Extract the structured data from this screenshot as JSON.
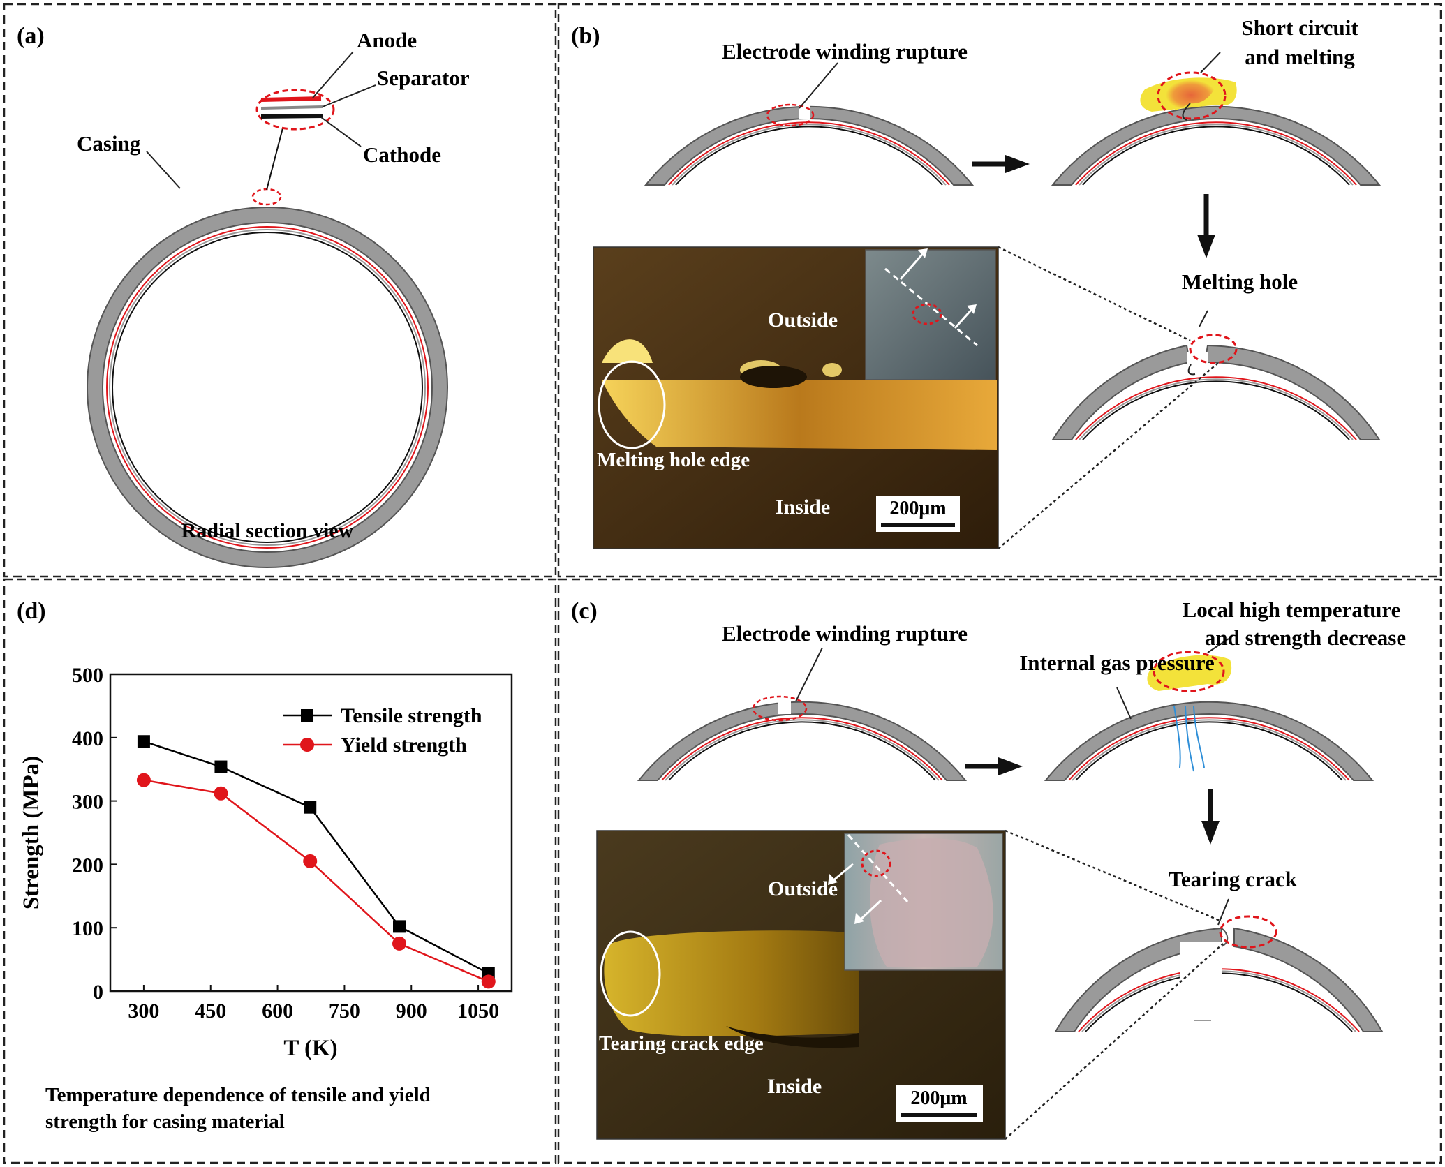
{
  "panels": {
    "a": {
      "tag": "(a)",
      "anode": "Anode",
      "separator": "Separator",
      "cathode": "Cathode",
      "casing": "Casing",
      "caption": "Radial section view"
    },
    "b": {
      "tag": "(b)",
      "rupture": "Electrode winding rupture",
      "short_line1": "Short circuit",
      "short_line2": "and melting",
      "melting_hole": "Melting hole",
      "outside": "Outside",
      "inside": "Inside",
      "edge": "Melting hole edge",
      "scale": "200μm"
    },
    "c": {
      "tag": "(c)",
      "rupture": "Electrode winding rupture",
      "local_line1": "Local high temperature",
      "local_line2": "and strength decrease",
      "gas": "Internal gas pressure",
      "tearing": "Tearing crack",
      "outside": "Outside",
      "inside": "Inside",
      "edge": "Tearing crack edge",
      "scale": "200μm"
    },
    "d": {
      "tag": "(d)",
      "caption_line1": "Temperature dependence of tensile and yield",
      "caption_line2": "strength for casing material"
    }
  },
  "colors": {
    "casing": "#9a9a9a",
    "anode": "#e0151b",
    "cathode": "#111111",
    "tensile": "#000000",
    "yield": "#e0151b",
    "melt_yellow": "#f3e23a",
    "melt_orange": "#e6663a",
    "gas_blue": "#2f8fd8"
  },
  "chart_data": {
    "type": "line",
    "xlabel": "T (K)",
    "ylabel": "Strength (MPa)",
    "xlim": [
      225,
      1125
    ],
    "ylim": [
      0,
      500
    ],
    "xticks": [
      300,
      450,
      600,
      750,
      900,
      1050
    ],
    "yticks": [
      0,
      100,
      200,
      300,
      400,
      500
    ],
    "legend_position": "top-right",
    "series": [
      {
        "name": "Tensile strength",
        "marker": "square",
        "color": "#000000",
        "x": [
          300,
          473,
          673,
          873,
          1073
        ],
        "y": [
          394,
          354,
          290,
          102,
          28
        ]
      },
      {
        "name": "Yield strength",
        "marker": "circle",
        "color": "#e0151b",
        "x": [
          300,
          473,
          673,
          873,
          1073
        ],
        "y": [
          333,
          312,
          205,
          75,
          15
        ]
      }
    ]
  }
}
